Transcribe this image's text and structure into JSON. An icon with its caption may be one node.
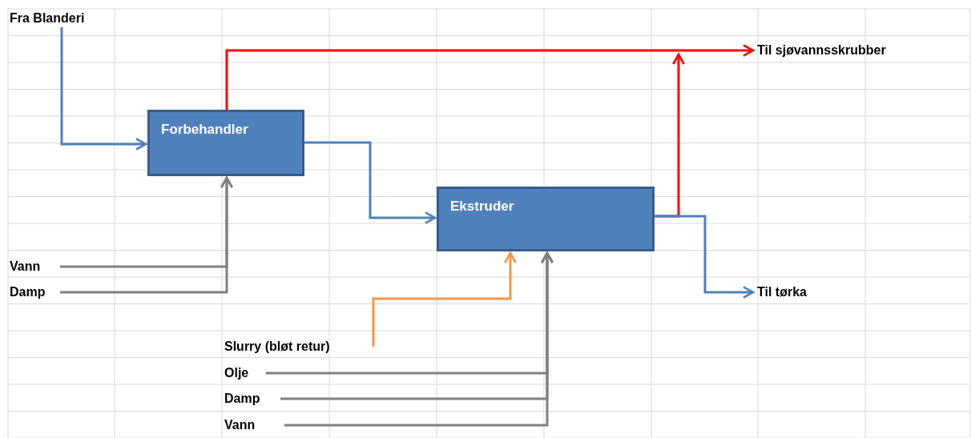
{
  "diagram": {
    "nodes": [
      {
        "text": [
          "Fra Blanderi"
        ]
      },
      {
        "text": [
          "Forbehandler"
        ]
      },
      {
        "text": [
          "Ekstruder"
        ]
      },
      {
        "text": [
          "Til sjøvannsskrubber"
        ]
      },
      {
        "text": [
          "Til tørka"
        ]
      },
      {
        "text": [
          "Vann"
        ]
      },
      {
        "text": [
          "Damp"
        ]
      },
      {
        "text": [
          "Slurry (bløt retur)"
        ]
      },
      {
        "text": [
          "Olje"
        ]
      },
      {
        "text": [
          "Damp"
        ]
      },
      {
        "text": [
          "Vann"
        ]
      }
    ],
    "edges": [
      {
        "from": 0,
        "to": 1,
        "arrow": "to",
        "color": "#4f81bd"
      },
      {
        "from": 1,
        "to": 3,
        "arrow": "to",
        "color": "#ff0000"
      },
      {
        "from": 2,
        "to": 3,
        "arrow": "to",
        "color": "#ff0000"
      },
      {
        "from": 1,
        "to": 2,
        "arrow": "to",
        "color": "#4f81bd"
      },
      {
        "from": 2,
        "to": 4,
        "arrow": "to",
        "color": "#4f81bd"
      },
      {
        "from": 5,
        "to": 1,
        "arrow": "to"
      },
      {
        "from": 6,
        "to": 1,
        "arrow": "to"
      },
      {
        "from": 7,
        "to": 2,
        "arrow": "to",
        "color": "#f79646"
      },
      {
        "from": 8,
        "to": 2,
        "arrow": "to"
      },
      {
        "from": 9,
        "to": 2,
        "arrow": "to"
      },
      {
        "from": 10,
        "to": 2,
        "arrow": "to"
      }
    ]
  }
}
